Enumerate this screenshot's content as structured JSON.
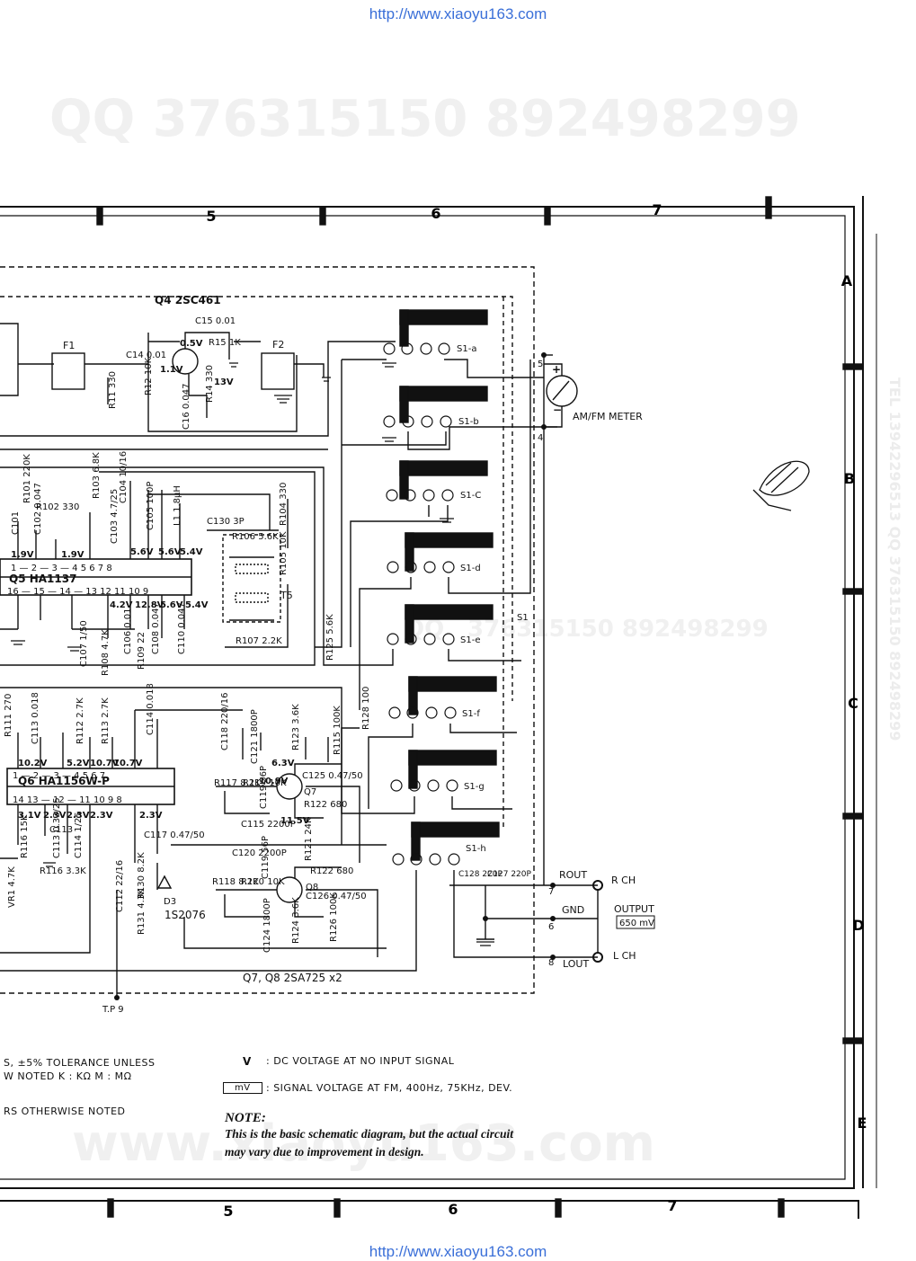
{
  "header": {
    "url_top": "http://www.xiaoyu163.com"
  },
  "footer": {
    "url_bottom": "http://www.xiaoyu163.com"
  },
  "watermarks": {
    "qq_top": "QQ 376315150   892498299",
    "qq_middle": "376315150  892498299",
    "qq_mid_left": "QQ",
    "tel_side": "TEL 13942296513  QQ 376315150  892498299",
    "www_bottom": "www.xiaoyu163.com"
  },
  "grid": {
    "columns": [
      "5",
      "6",
      "7"
    ],
    "rows": [
      "A",
      "B",
      "C",
      "D",
      "E"
    ]
  },
  "labels": {
    "q4": "Q4 2SC461",
    "f1": "F1",
    "f2": "F2",
    "c15": "C15 0.01",
    "r15": "R15 1K",
    "c14": "C14 0.01",
    "r11": "R11 330",
    "r12": "R12 10K",
    "r14": "R14 330",
    "c16": "C16 0.047",
    "v05": "0.5V",
    "v11": "1.1V",
    "v13": "13V",
    "r101": "R101 220K",
    "r102": "R102 330",
    "r103": "R103 6.8K",
    "c102": "C102 0.047",
    "c101": "C101",
    "c104": "C104 10/16",
    "c103": "C103 4.7/25",
    "c105": "C105 100P",
    "l1": "L1 1.8μH",
    "c130": "C130 3P",
    "r106": "R106 5.6K",
    "r104": "R104 330",
    "r105": "R105 10K",
    "q5": "Q5 HA1137",
    "q5_pins_top": "1 — 2 — 3 — 4    5    6    7   8",
    "q5_pins_bottom": "16 — 15 — 14 — 13   12   11   10   9",
    "v19a": "1.9V",
    "v19b": "1.9V",
    "v56a": "5.6V",
    "v56b": "5.6V",
    "v54": "5.4V",
    "v42": "4.2V",
    "v128": "12.8V",
    "v56c": "5.6V",
    "v54b": "5.4V",
    "t5": "T5",
    "r107": "R107 2.2K",
    "r125": "R125 5.6K",
    "c107": "C107 1/50",
    "r108": "R108 4.7K",
    "c106": "C106 0.01",
    "c108": "C108 0.047",
    "c110": "C110 0.047",
    "r109": "R109 22",
    "r111": "R111 270",
    "c113": "C113 0.018",
    "r112": "R112 2.7K",
    "r113": "R113 2.7K",
    "c114": "C114 0.018",
    "c118": "C118 220/16",
    "r128": "R128 100",
    "q6": "Q6 HA1156W-P",
    "q6_pins_top": "1 — 2 — 3 — 4   5   6   7",
    "q6_pins_bottom": "14   13 — 12 — 11   10   9   8",
    "v102": "10.2V",
    "v52": "5.2V",
    "v107a": "10.7V",
    "v107b": "10.7V",
    "v31": "3.1V",
    "v23a": "2.3V",
    "v23b": "2.3V",
    "v23c": "2.3V",
    "v23d": "2.3V",
    "c121": "C121 1800P",
    "r117": "R117 8.2K",
    "r119": "R119 10K",
    "r123": "R123 3.6K",
    "r115": "R115 100K",
    "c125": "C125 0.47/50",
    "v109": "10.9V",
    "v63": "6.3V",
    "q7": "Q7",
    "c115": "C115 2200P",
    "c119": "C119 56P",
    "r122": "R122 680",
    "v115": "11.5V",
    "c120": "C120 2200P",
    "r121": "R121 24K",
    "r122b": "R122 680",
    "r118": "R118 8.2K",
    "r120": "R120 10K",
    "c119b": "C119 56P",
    "q8": "Q8",
    "c126": "C126 0.47/50",
    "c124": "C124 1800P",
    "r124": "R124 3.6K",
    "r126": "R126 100K",
    "q78": "Q7, Q8 2SA725 x2",
    "c117": "C117 0.47/50",
    "c112": "C112 22/16",
    "r130": "R130 8.2K",
    "r131": "R131 4.3K",
    "d3": "D3",
    "d3_part": "1S2076",
    "c113b": "C113",
    "r116": "R116 15K",
    "r116b": "R116 3.3K",
    "c114b": "C114 1/25",
    "c113c": "C113 0.33/25",
    "vr1": "VR1 4.7K",
    "tp9": "T.P 9",
    "s1a": "S1-a",
    "s1b": "S1-b",
    "s1c": "S1-C",
    "s1d": "S1-d",
    "s1e": "S1-e",
    "s1f": "S1-f",
    "s1g": "S1-g",
    "s1h": "S1-h",
    "s1": "S1",
    "meter": "AM/FM METER",
    "plus": "+",
    "minus": "−",
    "t5pin": "5",
    "t4pin": "4",
    "t7pin": "7",
    "t6pin": "6",
    "t8pin": "8",
    "rout": "ROUT",
    "lout": "LOUT",
    "gnd": "GND",
    "rch": "R CH",
    "lch": "L CH",
    "output": "OUTPUT",
    "output_level": "650 mV",
    "c128": "C128 220P",
    "c127": "C127 220P"
  },
  "notes": {
    "tolerance_line1": "S, ±5% TOLERANCE  UNLESS",
    "tolerance_line2": "W NOTED  K : KΩ   M : MΩ",
    "others": "RS OTHERWISE NOTED",
    "v_symbol": "V",
    "v_desc": ":  DC VOLTAGE AT NO INPUT  SIGNAL",
    "mv_symbol": "mV",
    "mv_desc": ":  SIGNAL  VOLTAGE  AT  FM,  400Hz,  75KHz,  DEV.",
    "note_title": "NOTE:",
    "note_line1": "This is the basic schematic diagram, but the actual circuit",
    "note_line2": "may vary due to improvement in design."
  }
}
